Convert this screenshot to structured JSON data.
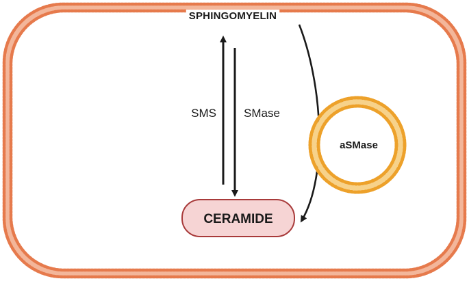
{
  "diagram": {
    "membrane_label": "SPHINGOMYELIN",
    "product_label": "CERAMIDE",
    "synthase_label": "SMS",
    "hydrolase_label": "SMase",
    "vesicle_label": "aSMase",
    "colors": {
      "cell_membrane": "#e67a4c",
      "cell_membrane_tail": "#f3b69a",
      "vesicle_membrane": "#eda12a",
      "vesicle_membrane_tail": "#f7d28a",
      "ceramide_fill": "#f6d4d4",
      "ceramide_stroke": "#a83a3a",
      "arrow": "#1a1a1a"
    },
    "icons": [
      "lipid-bilayer-membrane",
      "lipid-vesicle",
      "arrow-up",
      "arrow-down",
      "curved-arrow"
    ]
  }
}
